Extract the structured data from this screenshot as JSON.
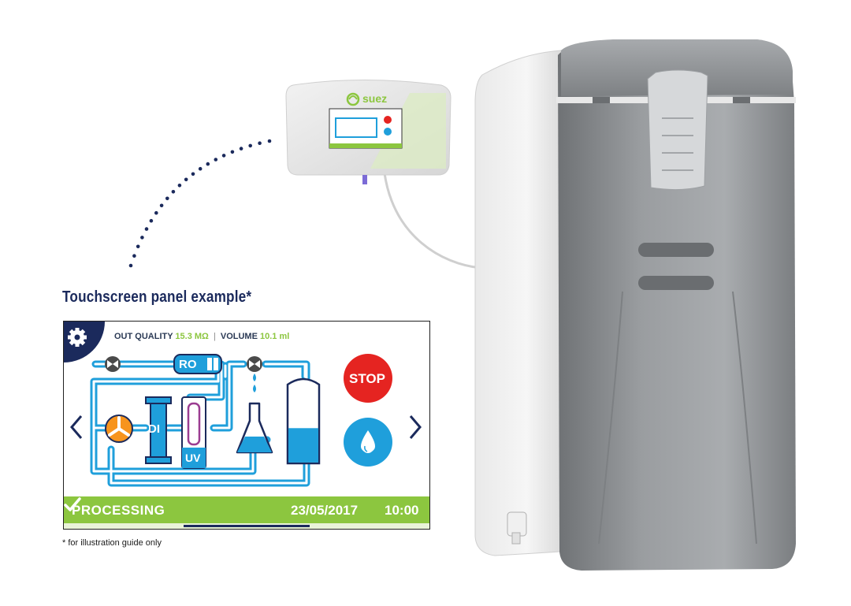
{
  "device": {
    "brand": "suez"
  },
  "caption": "Touchscreen panel example*",
  "footnote": "* for illustration guide only",
  "panel": {
    "quality_label": "OUT QUALITY",
    "quality_value": "15.3 MΩ",
    "volume_label": "VOLUME",
    "volume_value": "10.1 ml",
    "ro_label": "RO",
    "di_label": "DI",
    "uv_label": "UV",
    "stop_label": "STOP",
    "status": "PROCESSING",
    "date": "23/05/2017",
    "time": "10:00",
    "tank_level": 0.45
  },
  "colors": {
    "navy": "#1b2a5c",
    "blue": "#1f9fdb",
    "green": "#8cc63f",
    "red": "#e52421",
    "orange": "#f7941d",
    "purple": "#9b3d91",
    "device_gray": "#8a8d90"
  }
}
